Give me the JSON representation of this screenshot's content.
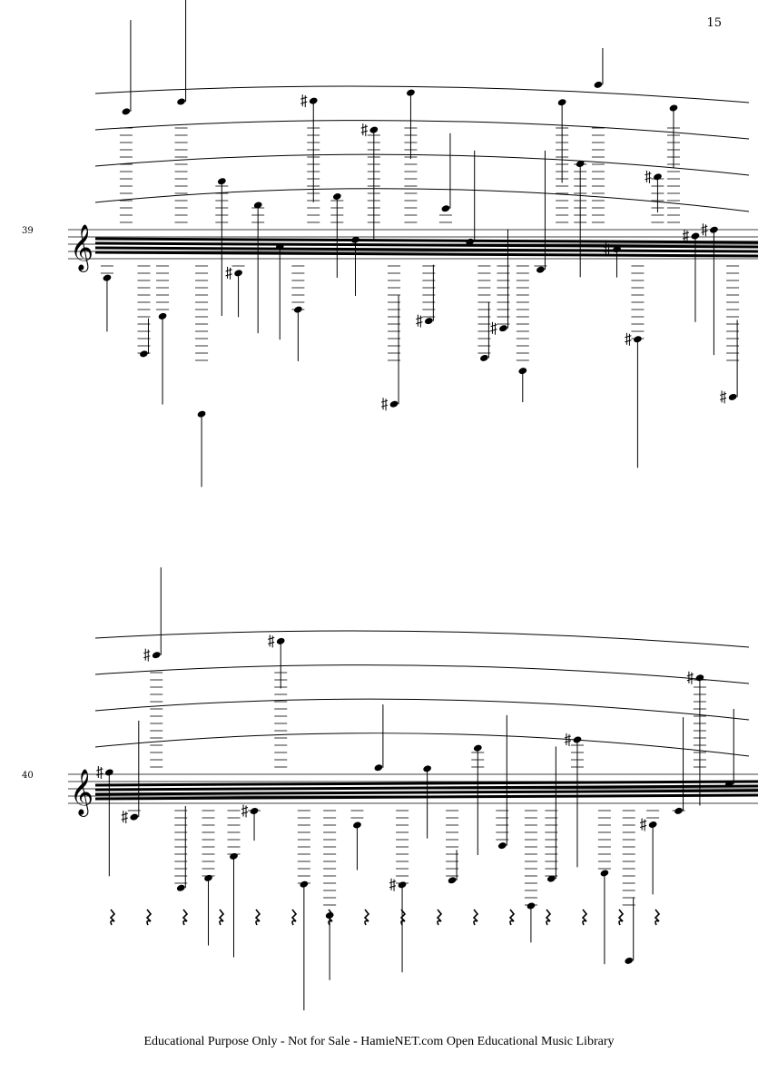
{
  "page_number": "15",
  "systems": [
    {
      "measure_number": "39",
      "clef": "treble"
    },
    {
      "measure_number": "40",
      "clef": "treble"
    }
  ],
  "footer": "Educational Purpose Only - Not for Sale - HamieNET.com Open Educational Music Library"
}
